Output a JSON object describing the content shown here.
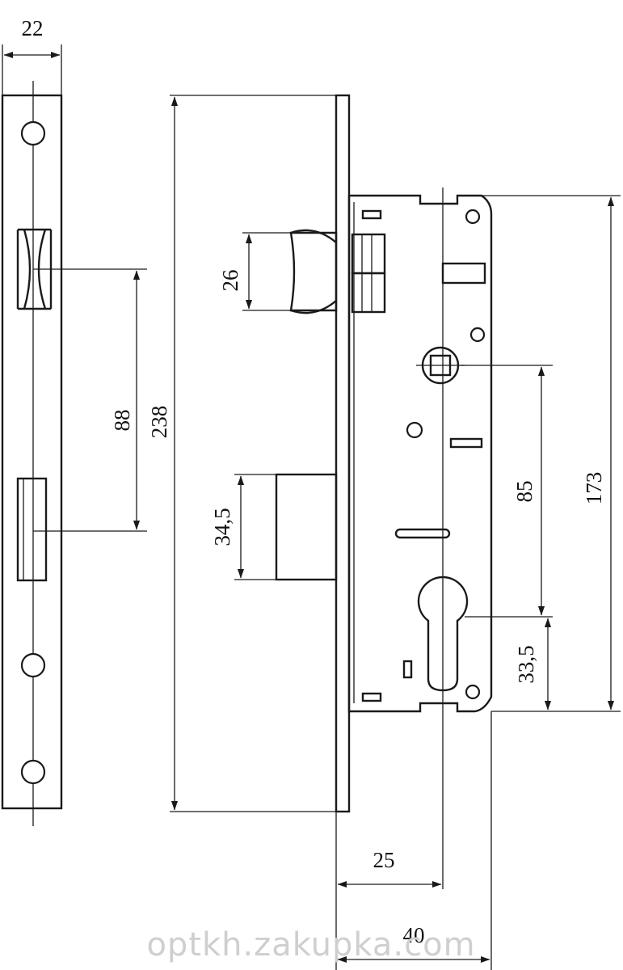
{
  "dimensions": {
    "strike_width": "22",
    "hole_spacing": "88",
    "faceplate_length": "238",
    "latch_height": "26",
    "deadbolt_height": "34,5",
    "case_height": "173",
    "handle_to_cylinder": "85",
    "cylinder_to_bottom": "33,5",
    "backset": "25",
    "case_depth": "40"
  },
  "watermark": "optkh.zakupka.com"
}
